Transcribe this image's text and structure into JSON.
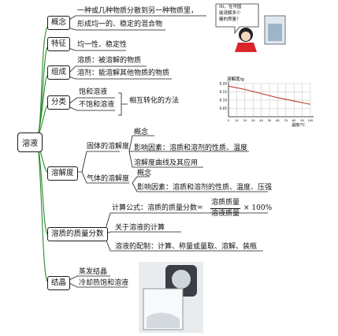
{
  "root": "溶液",
  "branches": {
    "concept": {
      "label": "概念",
      "text_line1": "一种或几种物质分散到另一种物质里，",
      "text_line2": "形成均一的、稳定的混合物"
    },
    "feature": {
      "label": "特征",
      "text": "均一性、稳定性"
    },
    "composition": {
      "label": "组成",
      "solute": "溶质：被溶解的物质",
      "solvent": "溶剂：能溶解其他物质的物质"
    },
    "classification": {
      "label": "分类",
      "saturated": "饱和溶液",
      "unsaturated": "不饱和溶液",
      "conversion": "相互转化的方法"
    },
    "solubility": {
      "label": "溶解度",
      "solid": {
        "label": "固体的溶解度",
        "concept": "概念",
        "factors": "影响因素：溶质和溶剂的性质、温度",
        "curve": "溶解度曲线及其应用"
      },
      "gas": {
        "label": "气体的溶解度",
        "concept": "概念",
        "factors": "影响因素：溶质和溶剂的性质、温度、压强"
      }
    },
    "mass_fraction": {
      "label": "溶质的质量分数",
      "formula_prefix": "计算公式：溶质的质量分数=",
      "formula_numerator": "溶质质量",
      "formula_denominator": "溶液质量",
      "formula_suffix": "× 100%",
      "calc": "关于溶液的计算",
      "prep": "溶液的配制：计算、称量或量取、溶解、装瓶"
    },
    "crystallization": {
      "label": "结晶",
      "evaporate": "蒸发结晶",
      "cool": "冷却热饱和溶液"
    }
  },
  "illustration": {
    "speech_line1": "Hi，在中国",
    "speech_line2": "能溶解多少",
    "speech_line3": "糖的质量？"
  },
  "mini_chart": {
    "chart_data": {
      "type": "line",
      "ylabel": "溶解度/g",
      "xlabel": "温度/℃",
      "y_ticks": [
        "0.20",
        "0.15",
        "0.10",
        "0.05"
      ],
      "x_ticks": [
        "0",
        "10",
        "20",
        "30",
        "40",
        "50",
        "60",
        "70",
        "80",
        "90",
        "100"
      ],
      "xlim": [
        0,
        100
      ],
      "ylim": [
        0,
        0.2
      ],
      "x": [
        0,
        20,
        40,
        60,
        80,
        100
      ],
      "y": [
        0.185,
        0.165,
        0.14,
        0.115,
        0.095,
        0.075
      ]
    }
  },
  "colors": {
    "branch_line": "#2b8a2b",
    "box_border": "#1a1a1a"
  }
}
